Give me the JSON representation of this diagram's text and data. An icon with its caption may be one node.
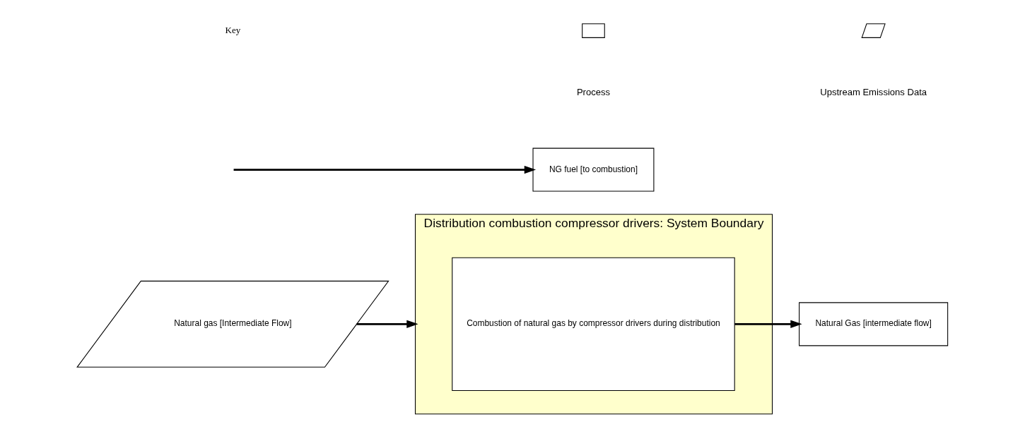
{
  "diagram": {
    "nodes": [
      {
        "text": [
          "Distribution combustion compressor drivers: System Boundary"
        ]
      },
      {
        "text": [
          "Combustion of natural gas by compressor drivers during distribution"
        ],
        "in": 0
      },
      {
        "text": [
          "Natural gas [Intermediate Flow]"
        ]
      },
      {
        "text": [
          "NG fuel [to combustion]"
        ]
      },
      {
        "text": [
          "Natural Gas [intermediate flow]"
        ]
      }
    ],
    "edges": [
      {
        "from": 2,
        "to": 0,
        "arrow": "to"
      },
      {
        "from": null,
        "to": 3,
        "arrow": "to"
      },
      {
        "from": 1,
        "to": 4,
        "arrow": "to"
      }
    ],
    "labels": [
      "Key"
    ],
    "legend": [
      {
        "text": "Process"
      },
      {
        "text": "Upstream Emissions Data"
      }
    ]
  }
}
